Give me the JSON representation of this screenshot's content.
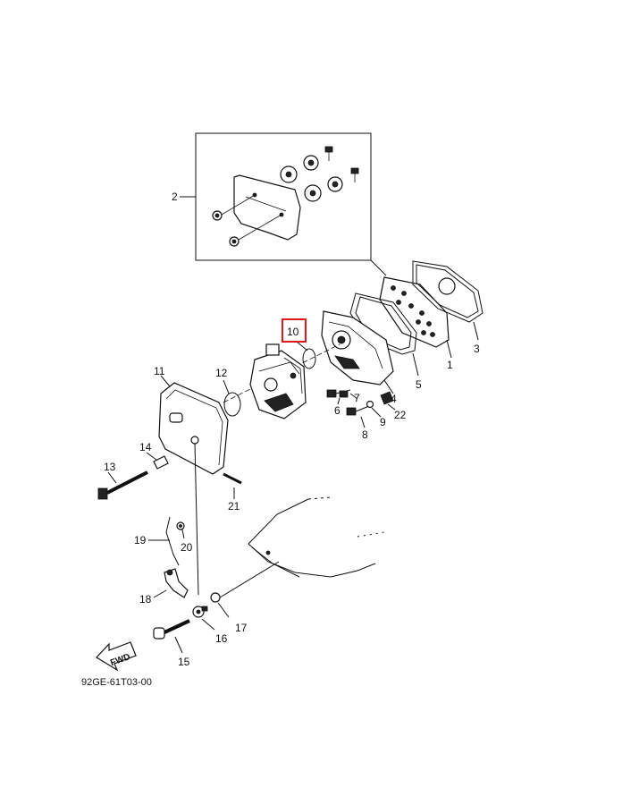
{
  "diagram": {
    "drawing_code": "92GE-61T03-00",
    "fwd_label": "FWD",
    "highlight_color": "#e0191d",
    "highlighted_part": "10",
    "callouts": {
      "c1": "1",
      "c2": "2",
      "c3": "3",
      "c4": "4",
      "c5": "5",
      "c6": "6",
      "c7": "7",
      "c8": "8",
      "c9": "9",
      "c10": "10",
      "c11": "11",
      "c12": "12",
      "c13": "13",
      "c14": "14",
      "c15": "15",
      "c16": "16",
      "c17": "17",
      "c18": "18",
      "c19": "19",
      "c20": "20",
      "c21": "21",
      "c22": "22"
    }
  }
}
